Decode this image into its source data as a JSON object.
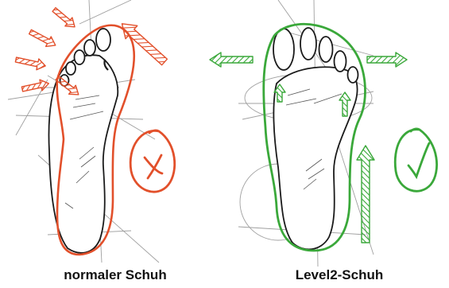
{
  "panels": [
    {
      "id": "normal",
      "caption": "normaler Schuh",
      "verdict": "cross",
      "shoe_outline_color": "#e2502b"
    },
    {
      "id": "level2",
      "caption": "Level2-Schuh",
      "verdict": "check",
      "shoe_outline_color": "#3aa83a"
    }
  ],
  "colors": {
    "sketch": "#1a1a1a",
    "guide": "#9a9a9a",
    "bad": "#e2502b",
    "good": "#3aa83a",
    "caption": "#111111"
  },
  "icons": [
    "pressure-arrows",
    "cross-mark-icon",
    "spread-arrows",
    "check-mark-icon"
  ]
}
